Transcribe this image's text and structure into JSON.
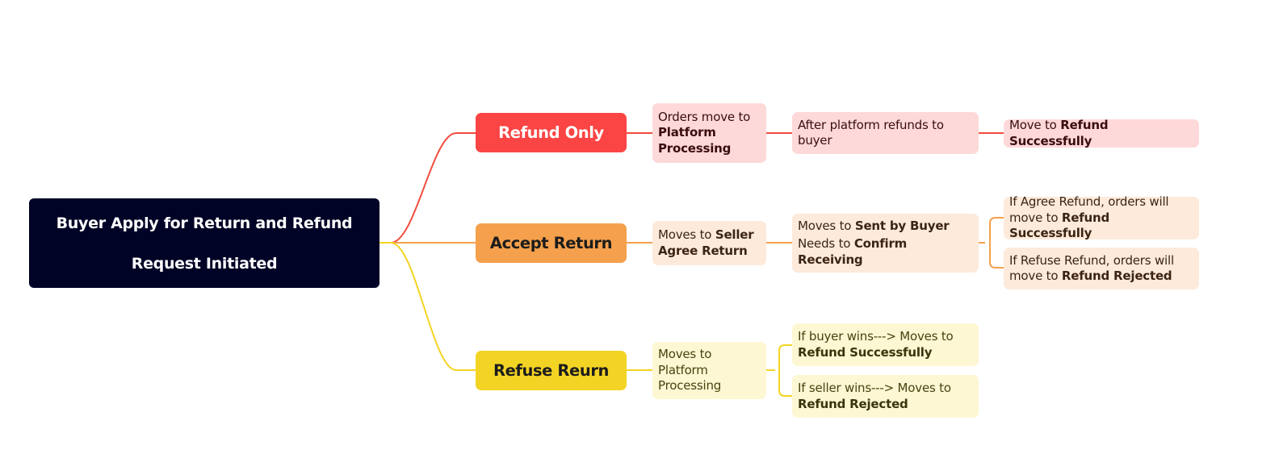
{
  "colors": {
    "root_bg": "#000326",
    "refund_only": "#fb4545",
    "accept_return": "#f5a04c",
    "refuse_return": "#f3d424",
    "refund_only_leaf": "#fed9d9",
    "accept_return_leaf": "#fdeadb",
    "refuse_return_leaf": "#fdf7d3"
  },
  "root": {
    "line1": "Buyer Apply for Return and Refund",
    "line2": "Request Initiated"
  },
  "branches": {
    "refund_only": {
      "label": "Refund Only",
      "step1": {
        "prefix": "Orders move to ",
        "bold": "Platform Processing"
      },
      "step2": {
        "text": "After platform refunds to buyer"
      },
      "step3": {
        "prefix": "Move to ",
        "bold": "Refund Successfully"
      }
    },
    "accept_return": {
      "label": "Accept Return",
      "step1": {
        "prefix": "Moves to ",
        "bold": "Seller Agree Return"
      },
      "step2": {
        "line1_prefix": "Moves to ",
        "line1_bold": "Sent by Buyer",
        "line2_prefix": "Needs to ",
        "line2_bold": "Confirm Receiving"
      },
      "outcome_agree": {
        "prefix": "If Agree Refund, orders will move to ",
        "bold": "Refund Successfully"
      },
      "outcome_refuse": {
        "prefix": "If Refuse Refund, orders will move to ",
        "bold": "Refund Rejected"
      }
    },
    "refuse_return": {
      "label": "Refuse Reurn",
      "step1": {
        "text": "Moves to Platform Processing"
      },
      "outcome_buyer": {
        "prefix": "If buyer wins---> Moves to ",
        "bold": "Refund Successfully"
      },
      "outcome_seller": {
        "prefix": "If seller wins---> Moves to ",
        "bold": "Refund Rejected"
      }
    }
  }
}
